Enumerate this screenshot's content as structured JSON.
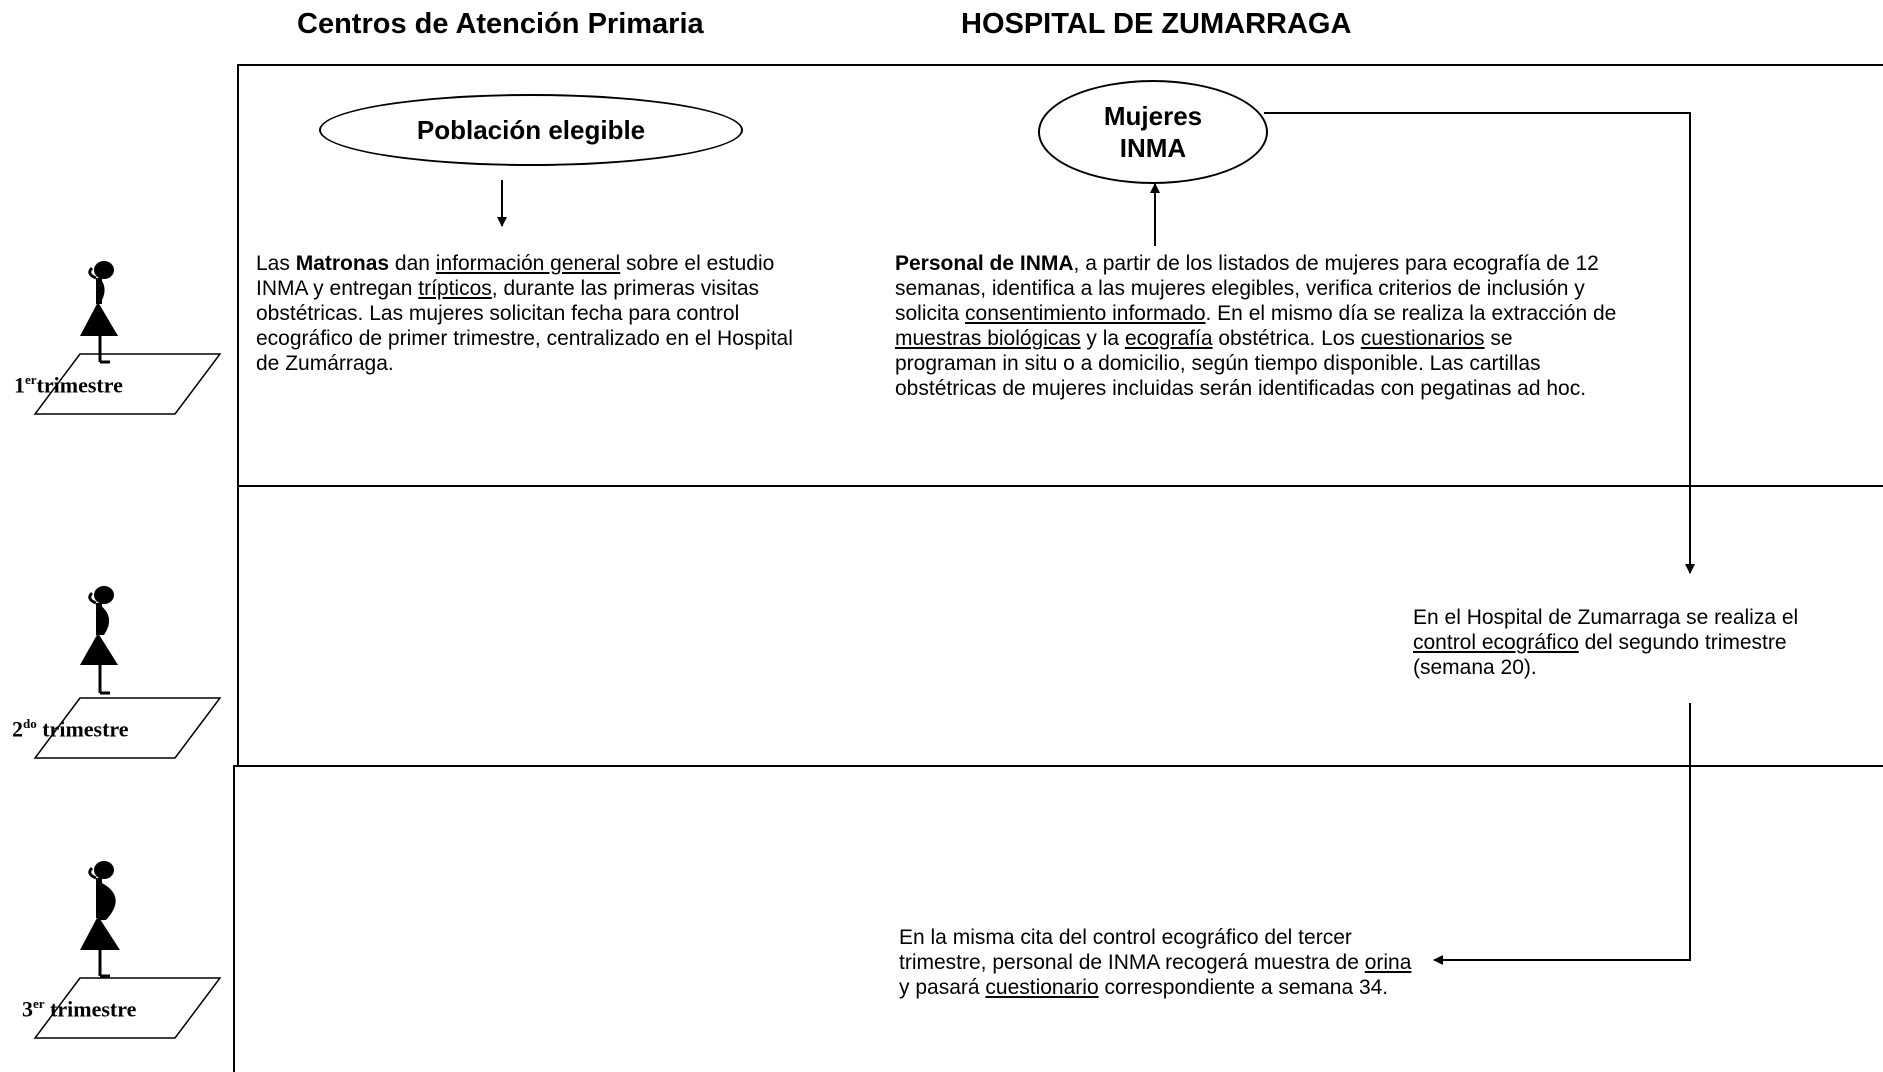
{
  "headers": {
    "left": "Centros de Atención Primaria",
    "right": "HOSPITAL DE ZUMARRAGA"
  },
  "nodes": {
    "poblacion": "Población elegible",
    "mujeres_line1": "Mujeres",
    "mujeres_line2": "INMA"
  },
  "trimesters": [
    {
      "num": "1",
      "sup": "er",
      "word": "trimestre"
    },
    {
      "num": "2",
      "sup": "do",
      "word": "trimestre"
    },
    {
      "num": "3",
      "sup": "er",
      "word": "trimestre"
    }
  ],
  "texts": {
    "matronas": {
      "p1": "Las ",
      "b1": "Matronas",
      "p2": " dan ",
      "u1": "información general",
      "p3": " sobre  el estudio INMA y entregan ",
      "u2": "trípticos",
      "p4": ", durante las primeras visitas obstétricas. Las mujeres solicitan fecha para control ecográfico de primer trimestre, centralizado en el Hospital de Zumárraga."
    },
    "personal": {
      "b1": "Personal de INMA",
      "p1": ", a partir de los listados de mujeres para ecografía de 12 semanas, identifica a las mujeres elegibles, verifica criterios de inclusión y solicita ",
      "u1": "consentimiento informado",
      "p2": ". En el mismo día se realiza la extracción de ",
      "u2": "muestras biológicas",
      "p3": " y la ",
      "u3": "ecografía",
      "p4": " obstétrica. Los ",
      "u4": "cuestionarios",
      "p5": " se programan in situ o a domicilio, según tiempo disponible. Las cartillas obstétricas de mujeres incluidas serán identificadas con  pegatinas ad hoc."
    },
    "segundo": {
      "p1": "En el Hospital de Zumarraga se realiza el ",
      "u1": "control ecográfico",
      "p2": " del segundo trimestre (semana 20)."
    },
    "tercero": {
      "p1": "En la misma cita del control ecográfico del tercer trimestre,  personal de INMA recogerá muestra de ",
      "u1": "orina",
      "p2": " y pasará ",
      "u2": "cuestionario",
      "p3": " correspondiente a semana 34."
    }
  }
}
